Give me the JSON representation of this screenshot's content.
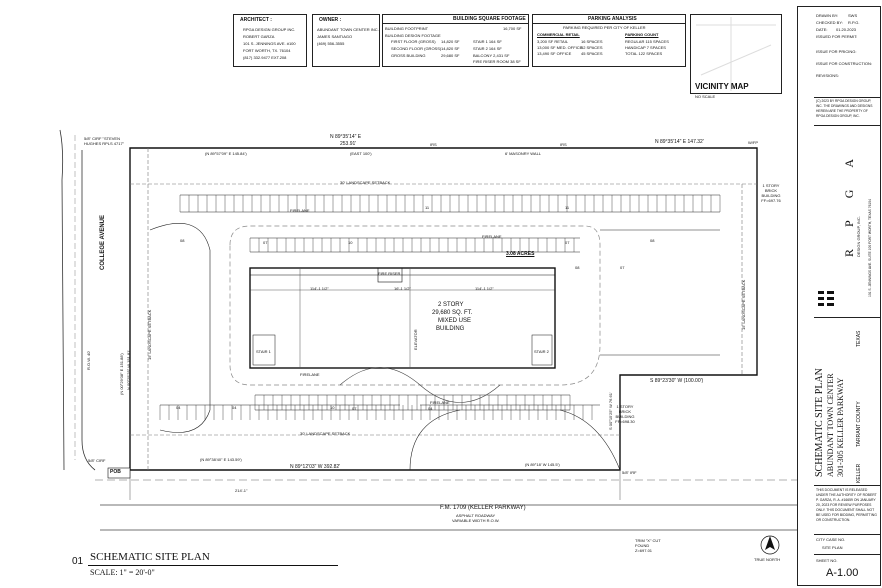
{
  "architect": {
    "heading": "ARCHITECT :",
    "lines": [
      "RPGA DESIGN GROUP INC.",
      "ROBERT GARZA",
      "101 S. JENNINGS AVE. #100",
      "FORT WORTH, TX. 76104",
      "(817) 332.9477 EXT.208"
    ]
  },
  "owner": {
    "heading": "OWNER :",
    "lines": [
      "ABUNDANT TOWN CENTER INC.",
      "JAMES SANTIAGO",
      "(469) 556-3555"
    ]
  },
  "building_sf": {
    "heading": "BUILDING SQUARE FOOTAGE",
    "rows": [
      [
        "BUILDING FOOTPRINT",
        "",
        "16,700 SF"
      ],
      [
        "BUILDING DESIGN FOOTAGE",
        "",
        ""
      ],
      [
        "FIRST FLOOR (GROSS)",
        "14,820 SF",
        "STAIR 1   164 SF"
      ],
      [
        "SECOND FLOOR (GROSS)",
        "14,820 SF",
        "STAIR 2   164 SF"
      ],
      [
        "GROSS BUILDING",
        "29,680 SF",
        "BALCONY   2,431 SF"
      ],
      [
        "",
        "",
        "FIRE RISER ROOM   38 SF"
      ]
    ]
  },
  "parking": {
    "heading": "PARKING ANALYSIS",
    "note": "PARKING REQUIRED PER CITY OF KELLER",
    "cols": [
      "COMMERCIAL RETAIL",
      "PARKING COUNT"
    ],
    "rows": [
      [
        "3,200 SF RETAIL",
        "16 SPACES",
        "REGULAR 115 SPACES"
      ],
      [
        "13,000 SF MED. OFFICE",
        "52 SPACES",
        "HANDICAP 7 SPACES"
      ],
      [
        "13,490 SF OFFICE",
        "45 SPACES",
        "TOTAL 122 SPACES"
      ]
    ]
  },
  "vicinity": {
    "label": "VICINITY MAP",
    "scale": "NO SCALE"
  },
  "plan": {
    "north_ne": "N 89°35'14\" E",
    "north_ne_dist": "253.91'",
    "north_ne_sub": "(N 89°57'09\" E 145.84')",
    "east100": "(EAST 100')",
    "ne_right": "N 89°35'14\" E   147.32'",
    "masonry_wall": "6' MASONRY WALL",
    "irs1": "IRS",
    "irs2": "IRS",
    "wfp": "W/FP",
    "landscape_top": "30' LANDSCAPE SETBACK",
    "landscape_bottom": "30' LANDSCAPE SETBACK",
    "landscape_left": "15' LANDSCAPE SETBACK",
    "landscape_right": "15' LANDSCAPE SETBACK",
    "college": "COLLEGE AVENUE",
    "row_left": "R.O.W. 40'",
    "left_bearing": "N 00°25'25\" W   151.81'",
    "left_bearing_sub": "(N 00°29'08\" E   151.88')",
    "acres": "3.08 ACRES",
    "bldg_story": "2 STORY",
    "bldg_sf": "29,680 SQ. FT.",
    "bldg_use": "MIXED USE",
    "bldg_word": "BUILDING",
    "fire_riser": "FIRE RISER",
    "stair1": "STAIR 1",
    "stair2": "STAIR 2",
    "elevator": "ELEVATOR",
    "fire_lane_top": "FIRELANE",
    "fire_lane_bottom": "FIRELANE",
    "fire_lane_left": "FIRELANE",
    "fire_lane_mid": "FIRELANE",
    "east_side": "S 89°23'30\" W  (100.00')",
    "east_side_2": "S 00°15'25\" W  76.61'",
    "brick_top": "1 STORY BRICK BUILDING FF=697.76",
    "brick_bottom": "1 STORY BRICK BUILDING FF=698.30",
    "bottom_bearing": "N 89°12'03\" W  392.82'",
    "bottom_sub_left": "(N 89°38'40\" E   143.59')",
    "bottom_sub_right": "(N 89°18' W 145.5')",
    "pob": "POB",
    "cirf": "5/8\" CIRF",
    "irf": "5/8\" IRF",
    "steven": "5/8\" CIRF \"STEVEN HUGHES RPLS 4717\"",
    "fm_road": "F.M. 1709 (KELLER PARKWAY)",
    "asphalt": "ASPHALT ROADWAY",
    "variable": "VARIABLE WIDTH R.O.W.",
    "trim": "TRIM \"X\" CUT FOUND Z=697.01",
    "true_north": "TRUE NORTH",
    "dim_overall": "214'-1\"",
    "dim_row": "114'-1 1/2\"",
    "dim_row2": "114'-1 1/2\"",
    "dim_mid": "16'-1 1/2\"",
    "labels": [
      "08",
      "07",
      "10",
      "11",
      "08",
      "04",
      "04",
      "07",
      "08",
      "07",
      "07",
      "04",
      "10",
      "11",
      "02",
      "02",
      "07",
      "08"
    ]
  },
  "title_block": {
    "number": "01",
    "title": "SCHEMATIC SITE PLAN",
    "scale": "SCALE:  1\" = 20'-0\""
  },
  "sidebar": {
    "drawn_by_label": "DRAWN BY:",
    "drawn_by": "SWS",
    "checked_label": "CHECKED BY:",
    "checked": "R.P.G.",
    "date_label": "DATE:",
    "date": "01.20.2023",
    "issue1": "ISSUED FOR PERMIT:",
    "issue2": "ISSUE FOR PRICING:",
    "issue3": "ISSUE FOR CONSTRUCTION:",
    "revisions": "REVISIONS:",
    "copyright": "(C) 2023 BY RPGA DESIGN GROUP, INC. THE DRAWINGS AND DESIGNS HEREIN ARE THE PROPERTY OF RPGA DESIGN GROUP, INC.",
    "brand_letters": [
      "R",
      "P",
      "G",
      "A"
    ],
    "brand_sub": "DESIGN GROUP, INC.",
    "brand_address": "101 S. JENNINGS AVE. SUITE 100  FORT WORTH, TEXAS  76104",
    "proj_title": "SCHEMATIC SITE PLAN",
    "proj_name": "ABUNDANT TOWN CENTER",
    "proj_addr": "301-305 KELLER PARKWAY",
    "proj_state": "TEXAS",
    "proj_county": "TARRANT COUNTY",
    "proj_city": "KELLER",
    "release": "THIS DOCUMENT IS RELEASED UNDER THE AUTHORITY OF ROBERT P. GARZA, R. A. #16659 ON JANUARY 20, 2023 FOR REVIEW PURPOSES ONLY. THIS DOCUMENT SHALL NOT BE USED FOR BIDDING, PERMITTING OR CONSTRUCTION.",
    "city_case": "CITY CASE NO.",
    "sheet_title_label": "SITE PLAN",
    "sheet_no_label": "SHEET NO.",
    "sheet_no": "A-1.00"
  }
}
